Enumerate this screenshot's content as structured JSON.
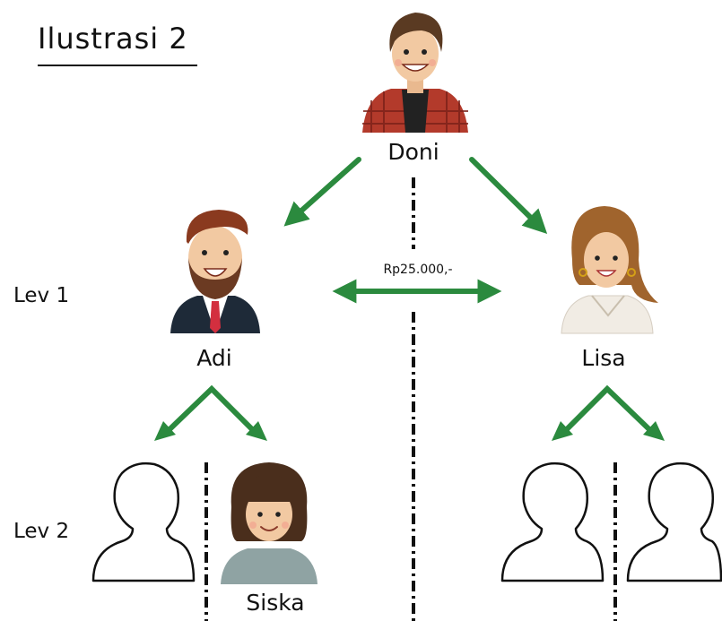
{
  "title": "Ilustrasi 2",
  "levels": {
    "lev1": "Lev 1",
    "lev2": "Lev 2"
  },
  "people": {
    "top": "Doni",
    "left": "Adi",
    "right": "Lisa",
    "child": "Siska"
  },
  "transfer": {
    "amount": "Rp25.000,-"
  },
  "colors": {
    "arrow": "#2b8a3e",
    "text": "#111111",
    "shirt_plaid": "#b33a2b",
    "hair_brown": "#5a3a22",
    "suit": "#1e2a38",
    "tie": "#d32f3f",
    "skin": "#f2c9a2",
    "blouse": "#f1ece4",
    "sweater": "#8fa3a3"
  },
  "icons": {
    "top": "man-plaid-shirt-avatar-icon",
    "left": "bearded-man-suit-avatar-icon",
    "right": "woman-wavy-hair-avatar-icon",
    "child": "woman-bob-hair-avatar-icon",
    "empty": "empty-person-outline-icon"
  }
}
